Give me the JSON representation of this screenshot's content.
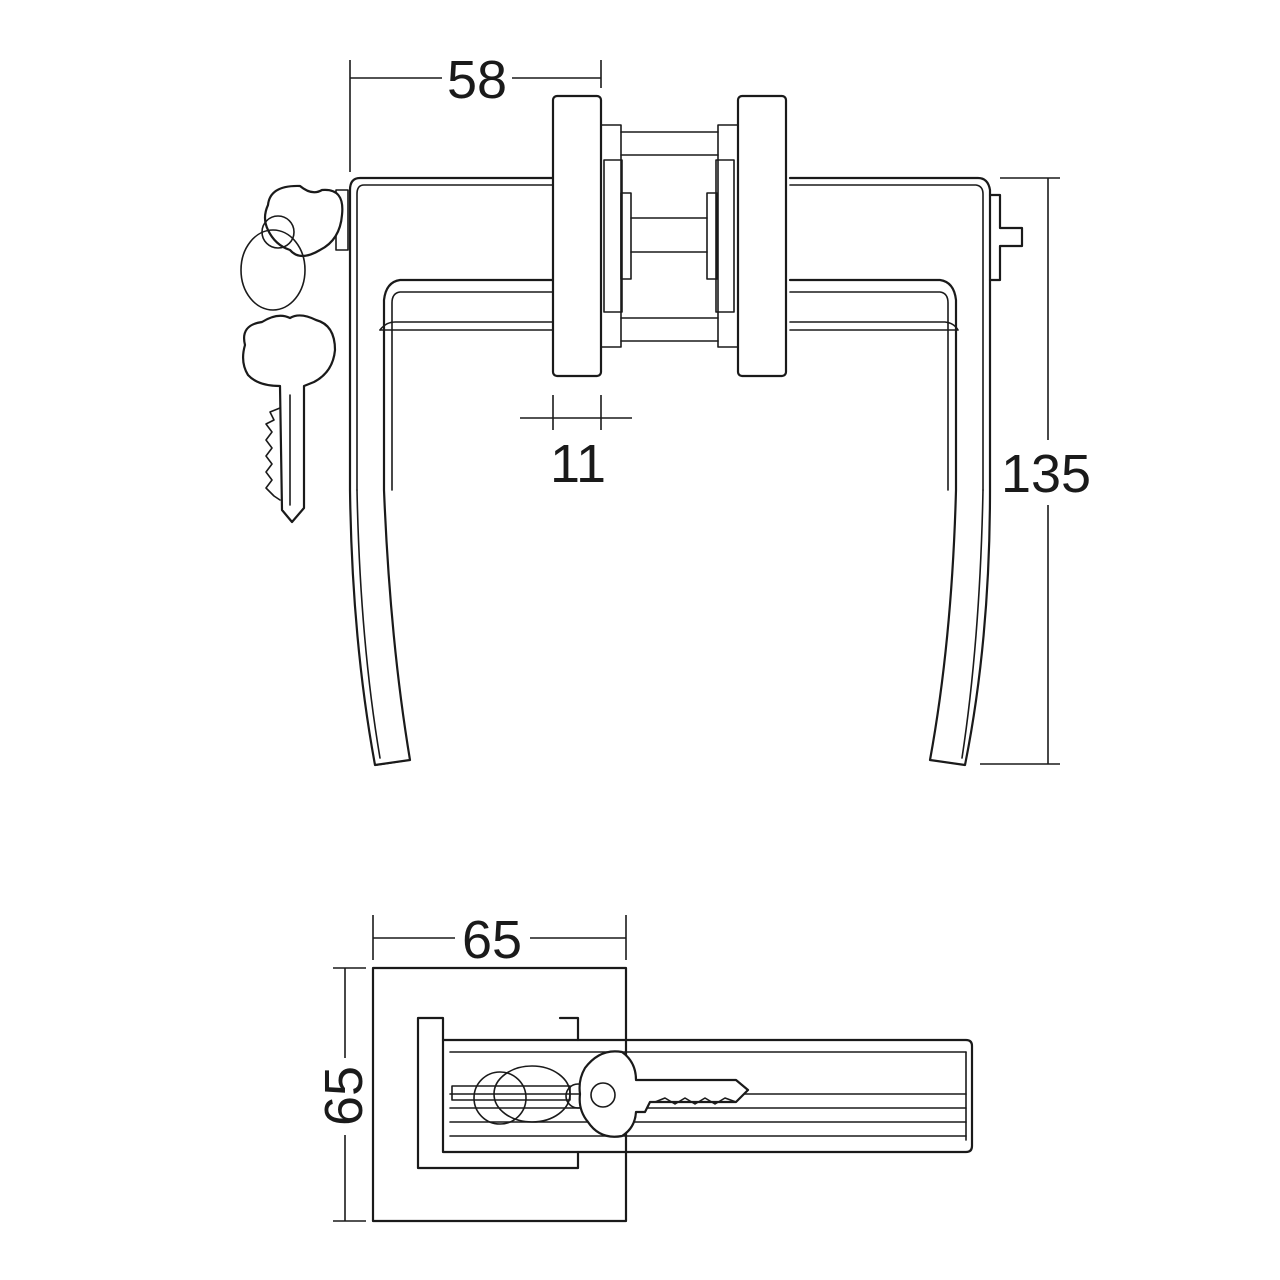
{
  "dimensions": {
    "top_width": "58",
    "rose_thickness": "11",
    "height": "135",
    "plan_width": "65",
    "plan_height": "65"
  }
}
